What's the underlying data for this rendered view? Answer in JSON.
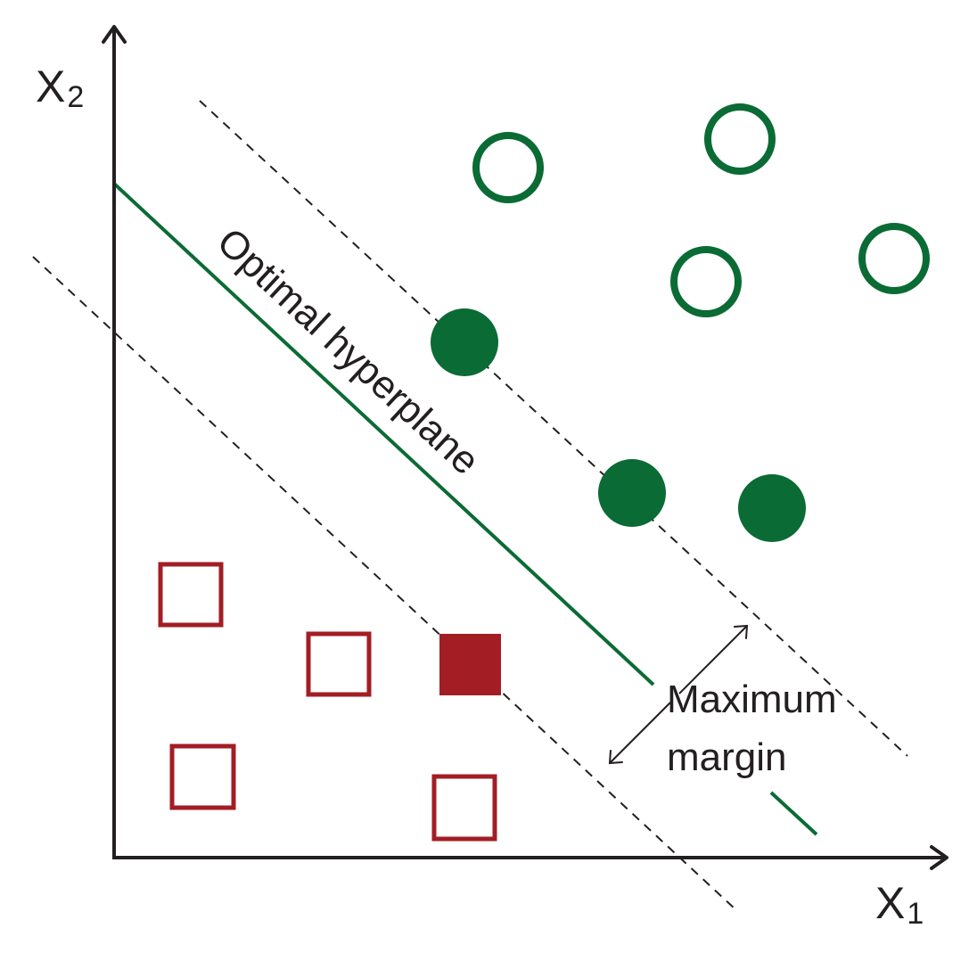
{
  "axes": {
    "x_label_main": "X",
    "x_label_sub": "1",
    "y_label_main": "X",
    "y_label_sub": "2"
  },
  "hyperplane_label": "Optimal hyperplane",
  "margin_label": {
    "line1": "Maximum",
    "line2": "margin"
  },
  "colors": {
    "positive_class": "#0b6b35",
    "negative_class": "#a31d24",
    "axis": "#231f20"
  },
  "classes": {
    "positive": {
      "marker": "circle",
      "non_support_vectors": 4,
      "support_vectors": 3
    },
    "negative": {
      "marker": "square",
      "non_support_vectors": 4,
      "support_vectors": 1
    }
  }
}
